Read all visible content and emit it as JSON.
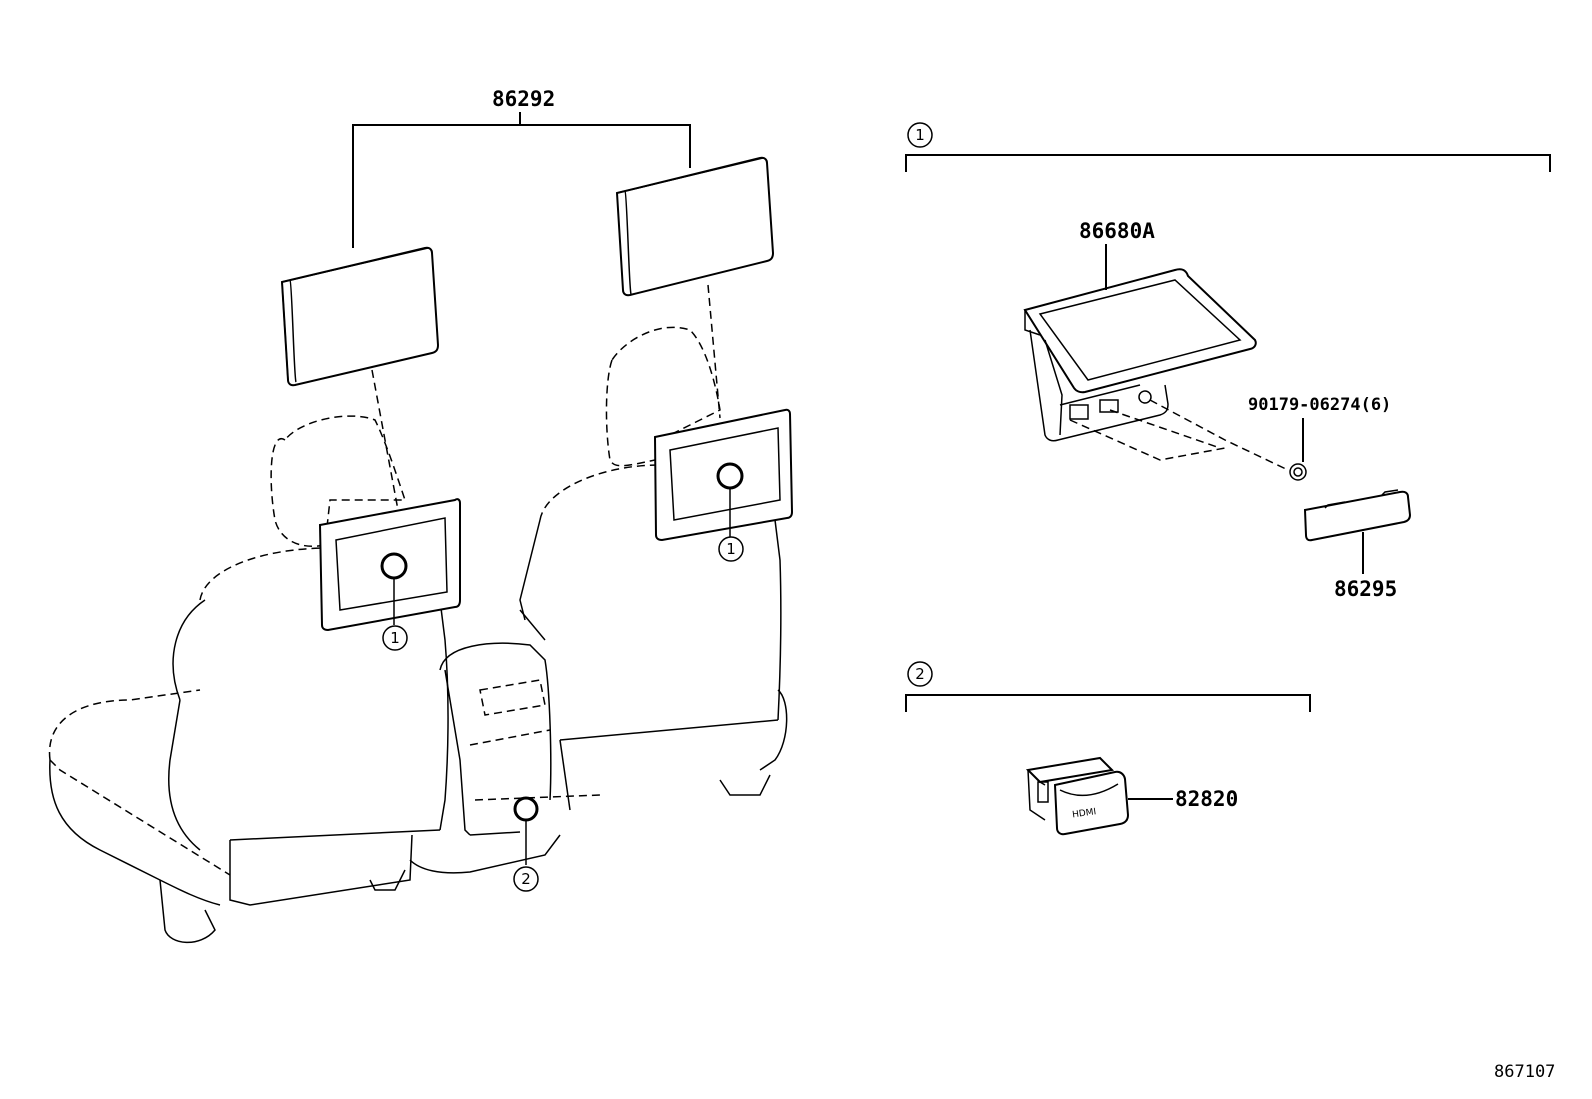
{
  "parts": {
    "rear_display_assembly": "86292",
    "display_unit": "86680A",
    "screw": "90179-06274(6)",
    "cover": "86295",
    "hdmi_socket": "82820",
    "hdmi_socket_marking": "HDMI"
  },
  "callouts": {
    "one": "1",
    "two": "2"
  },
  "figure_number": "867107"
}
